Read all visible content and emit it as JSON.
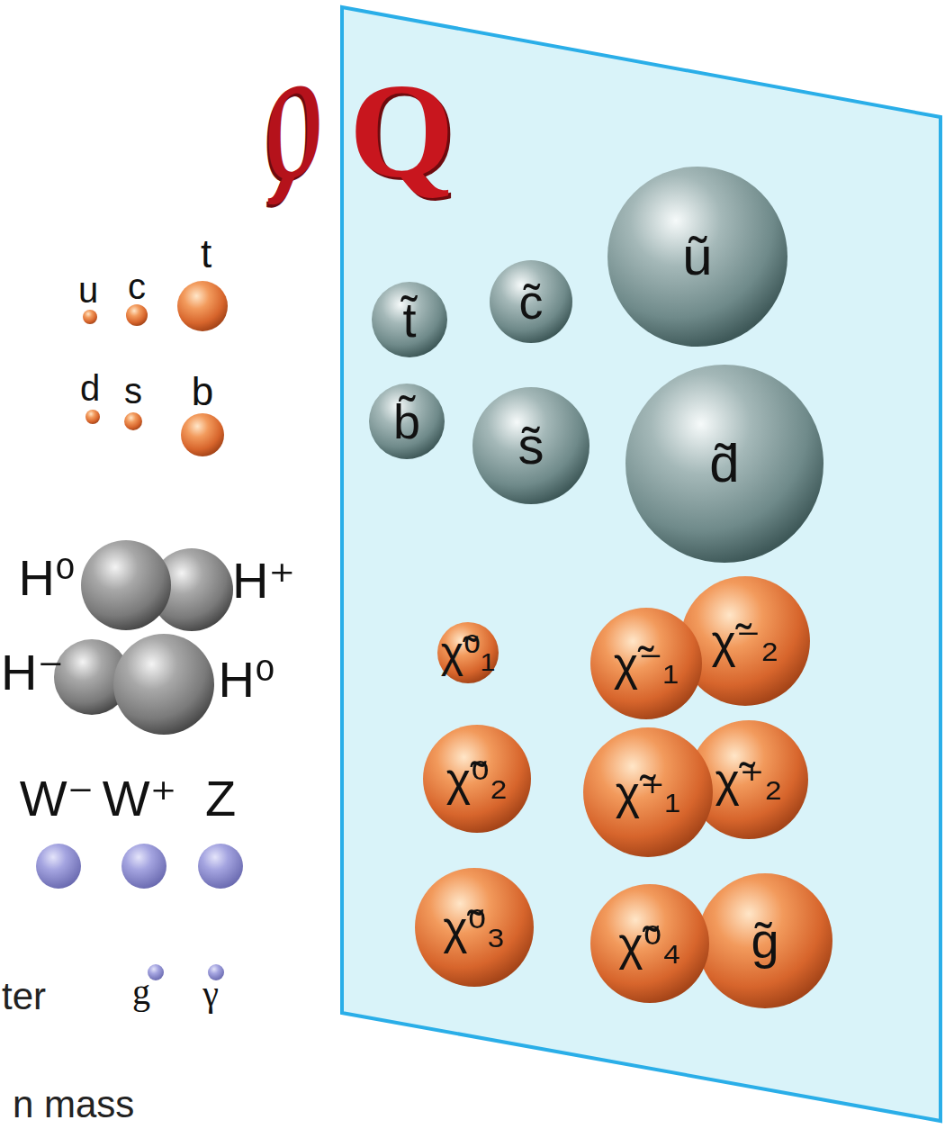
{
  "diagram": {
    "nodes": [
      {
        "text": [
          "u"
        ]
      },
      {
        "text": [
          "c"
        ]
      },
      {
        "text": [
          "t"
        ]
      },
      {
        "text": [
          "d"
        ]
      },
      {
        "text": [
          "s"
        ]
      },
      {
        "text": [
          "b"
        ]
      },
      {
        "text": [
          "H⁰"
        ]
      },
      {
        "text": [
          "H⁺"
        ]
      },
      {
        "text": [
          "H⁻"
        ]
      },
      {
        "text": [
          "H⁰"
        ]
      },
      {
        "text": [
          "W⁻"
        ]
      },
      {
        "text": [
          "W⁺"
        ]
      },
      {
        "text": [
          "Z"
        ]
      },
      {
        "text": [
          "g"
        ]
      },
      {
        "text": [
          "γ"
        ]
      },
      {
        "text": [
          "t̃"
        ]
      },
      {
        "text": [
          "c̃"
        ]
      },
      {
        "text": [
          "ũ"
        ]
      },
      {
        "text": [
          "b̃"
        ]
      },
      {
        "text": [
          "s̃"
        ]
      },
      {
        "text": [
          "d̃"
        ]
      },
      {
        "text": [
          "χ̃⁰₁"
        ]
      },
      {
        "text": [
          "χ̃⁻₁"
        ]
      },
      {
        "text": [
          "χ̃⁻₂"
        ]
      },
      {
        "text": [
          "χ̃⁰₂"
        ]
      },
      {
        "text": [
          "χ̃⁺₁"
        ]
      },
      {
        "text": [
          "χ̃⁺₂"
        ]
      },
      {
        "text": [
          "χ̃⁰₃"
        ]
      },
      {
        "text": [
          "χ̃⁰₄"
        ]
      },
      {
        "text": [
          "g̃"
        ]
      }
    ],
    "labels": [
      "Q",
      "Q",
      "ter",
      "n mass"
    ]
  }
}
